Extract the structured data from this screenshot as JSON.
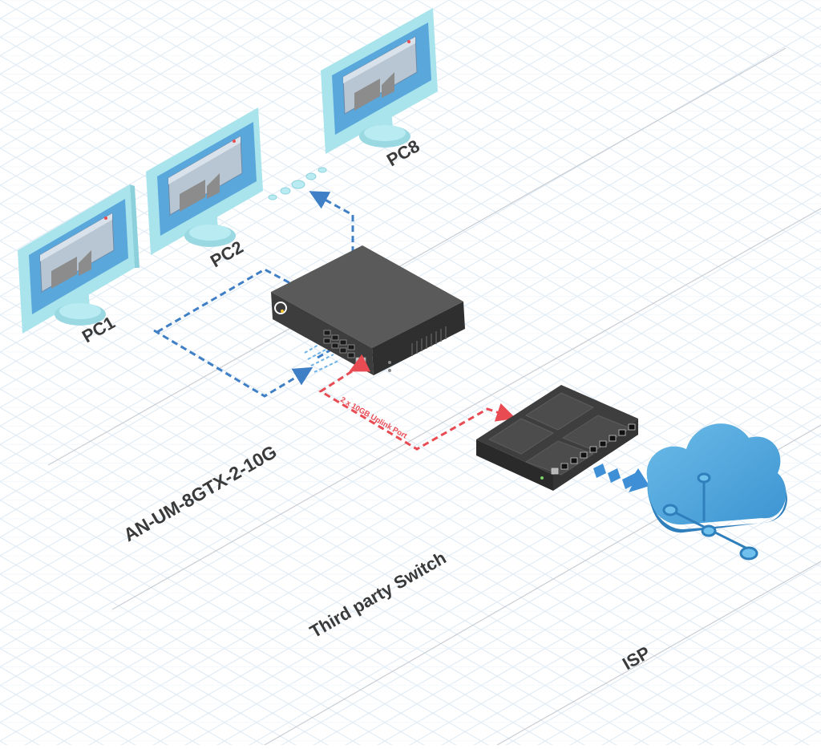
{
  "pcs": [
    {
      "label": "PC1"
    },
    {
      "label": "PC2"
    },
    {
      "label": "PC8"
    }
  ],
  "uplink_label": "2 x 10GB Uplink Port",
  "zones": {
    "main_switch": "AN-UM-8GTX-2-10G",
    "third_party": "Third party Switch",
    "isp": "ISP"
  },
  "colors": {
    "grid": "#dde9f4",
    "monitor_frame": "#a9e4ec",
    "monitor_screen": "#5aa7db",
    "pc_link": "#3f7fc6",
    "uplink": "#e94b53",
    "cloud": "#4aa3dc",
    "switch_body": "#4a4a4a",
    "label_text": "#3a3a3a"
  },
  "icons": [
    "monitor-icon",
    "video-camera-icon",
    "switch-icon",
    "cloud-icon",
    "power-dot-icon"
  ]
}
